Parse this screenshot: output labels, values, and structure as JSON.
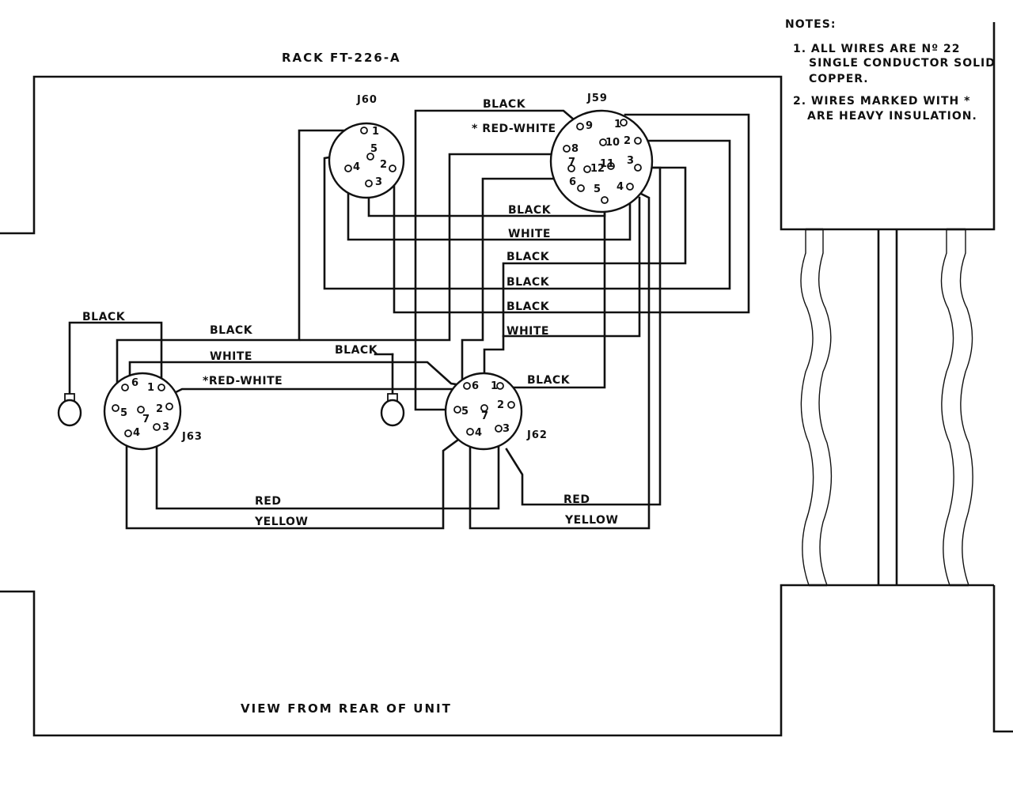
{
  "title": "RACK FT-226-A",
  "footer": "VIEW FROM REAR OF UNIT",
  "notes": {
    "heading": "NOTES:",
    "n1_l1": "1. ALL WIRES ARE Nº 22",
    "n1_l2": "SINGLE CONDUCTOR SOLID",
    "n1_l3": "COPPER.",
    "n2_l1": "2. WIRES MARKED WITH *",
    "n2_l2": "ARE HEAVY INSULATION."
  },
  "connectors": {
    "j60": {
      "label": "J60",
      "pins": [
        "1",
        "5",
        "4",
        "2",
        "3"
      ]
    },
    "j59": {
      "label": "J59",
      "pins": [
        "9",
        "10",
        "1",
        "2",
        "8",
        "7",
        "12",
        "11",
        "3",
        "6",
        "5",
        "4"
      ]
    },
    "j63": {
      "label": "J63",
      "pins": [
        "6",
        "1",
        "5",
        "7",
        "2",
        "4",
        "3"
      ]
    },
    "j62": {
      "label": "J62",
      "pins": [
        "6",
        "1",
        "5",
        "7",
        "2",
        "4",
        "3"
      ]
    }
  },
  "wire_labels": {
    "black_j59_top": "BLACK",
    "red_white_j59": "* RED-WHITE",
    "black_1": "BLACK",
    "white_1": "WHITE",
    "black_2": "BLACK",
    "black_3": "BLACK",
    "black_4": "BLACK",
    "white_2": "WHITE",
    "black_lamp": "BLACK",
    "black_j63": "BLACK",
    "white_j63": "WHITE",
    "red_white_j63": "*RED-WHITE",
    "black_mid": "BLACK",
    "black_j62": "BLACK",
    "red_left": "RED",
    "yellow_left": "YELLOW",
    "red_right": "RED",
    "yellow_right": "YELLOW"
  }
}
